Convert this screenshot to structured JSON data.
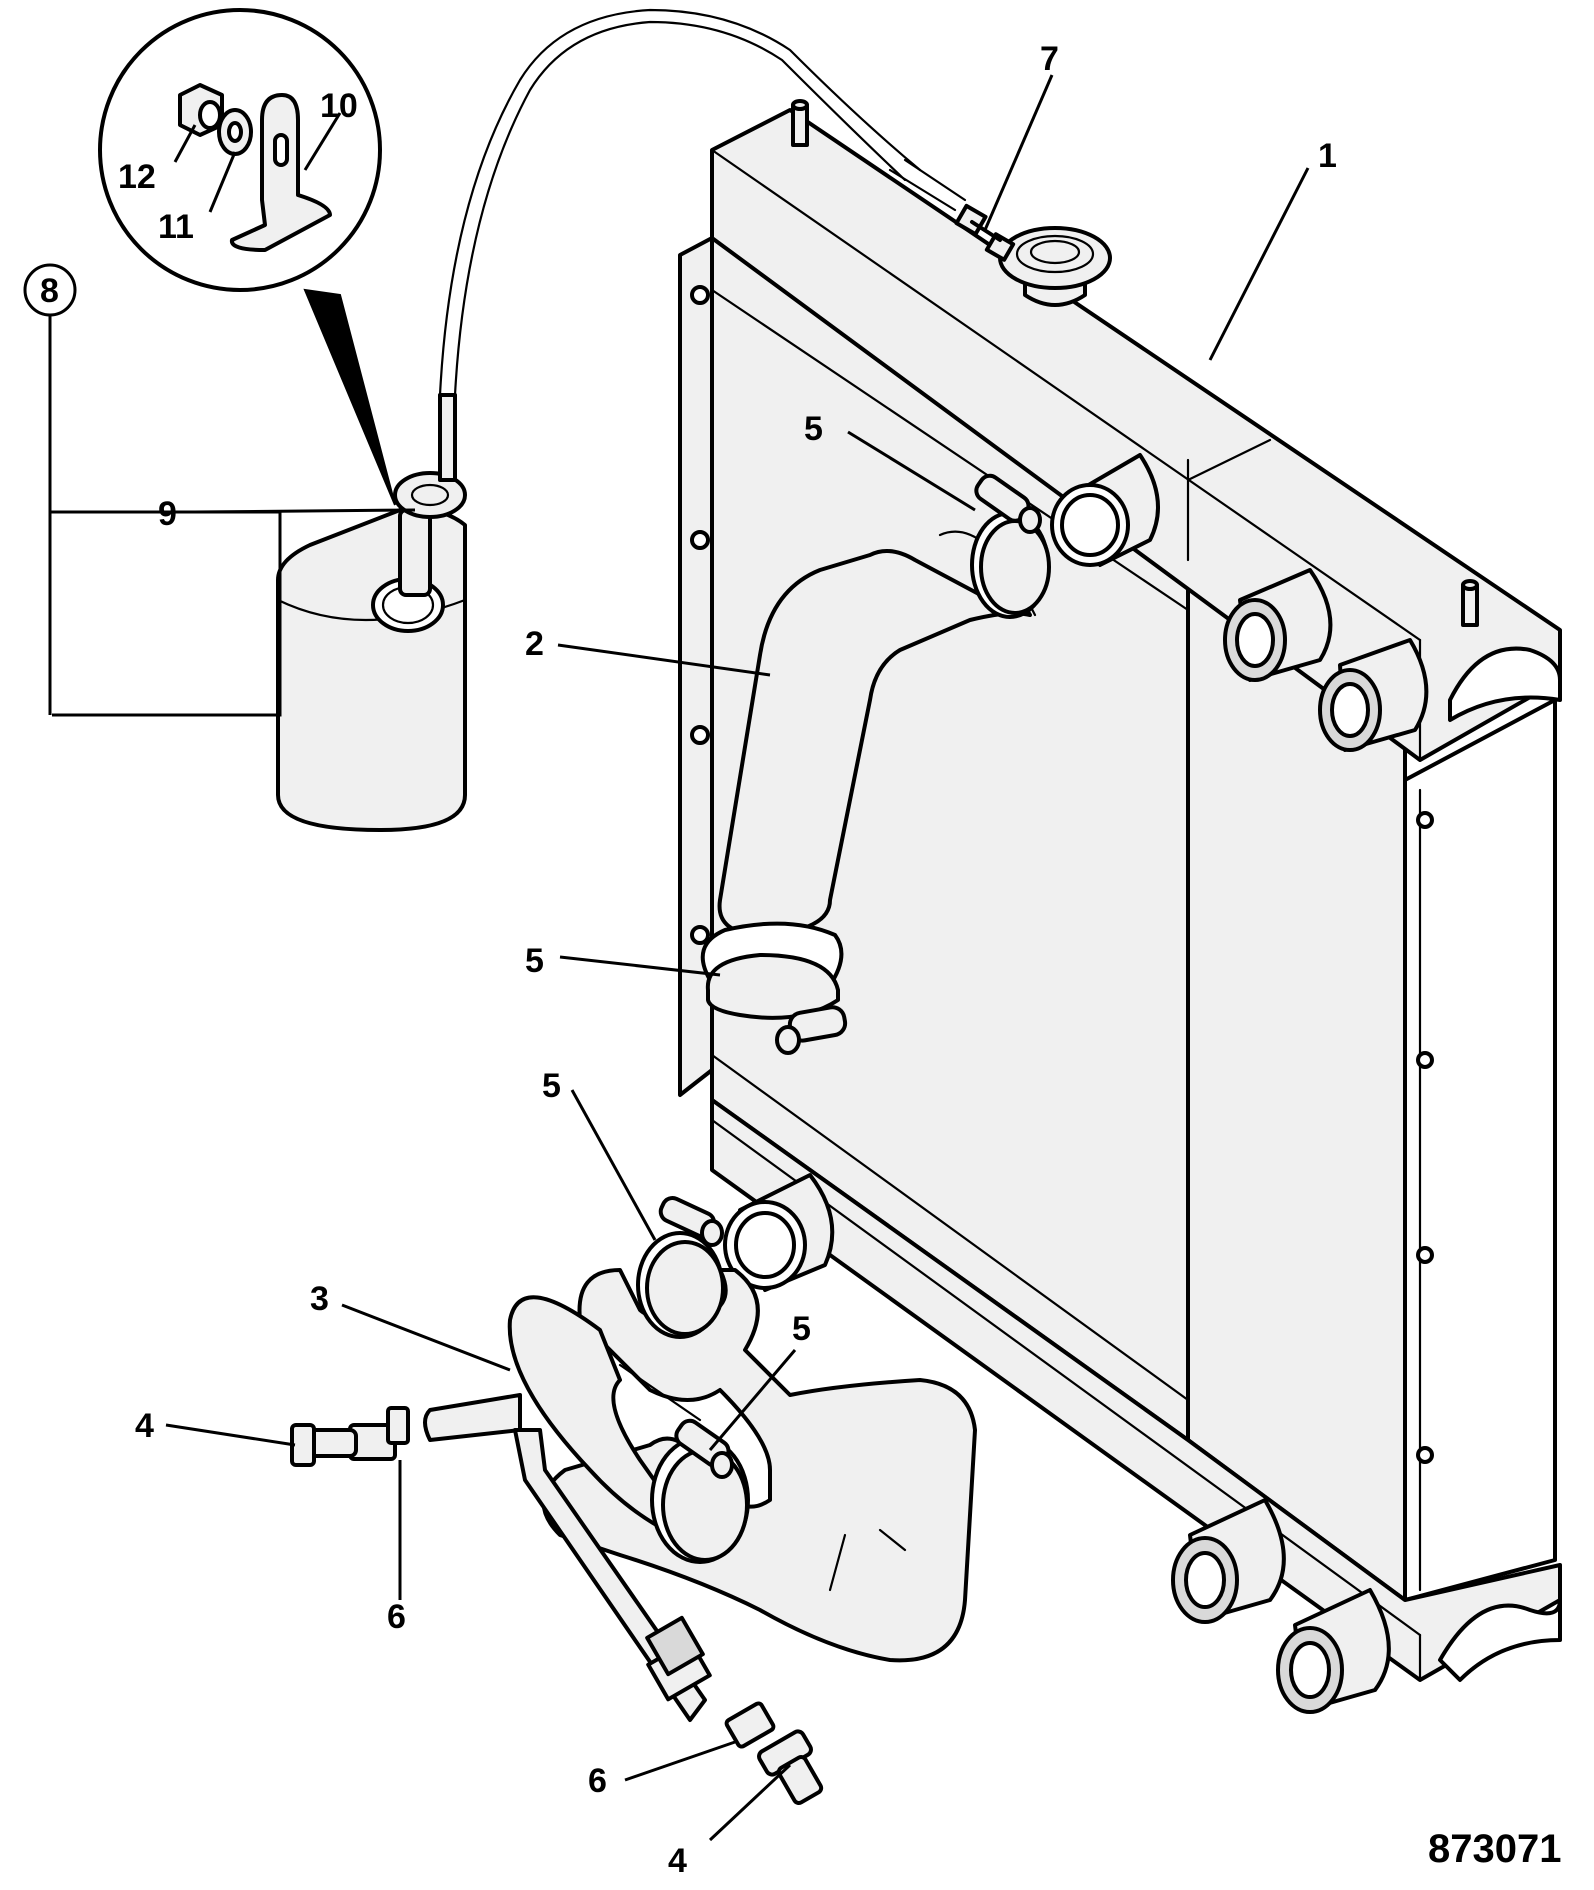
{
  "figure_ref": "873071",
  "callouts": {
    "c1": "1",
    "c2": "2",
    "c3": "3",
    "c4a": "4",
    "c4b": "4",
    "c5a": "5",
    "c5b": "5",
    "c5c": "5",
    "c5d": "5",
    "c6a": "6",
    "c6b": "6",
    "c7": "7",
    "c8": "8",
    "c9": "9",
    "c10": "10",
    "c11": "11",
    "c12": "12"
  }
}
